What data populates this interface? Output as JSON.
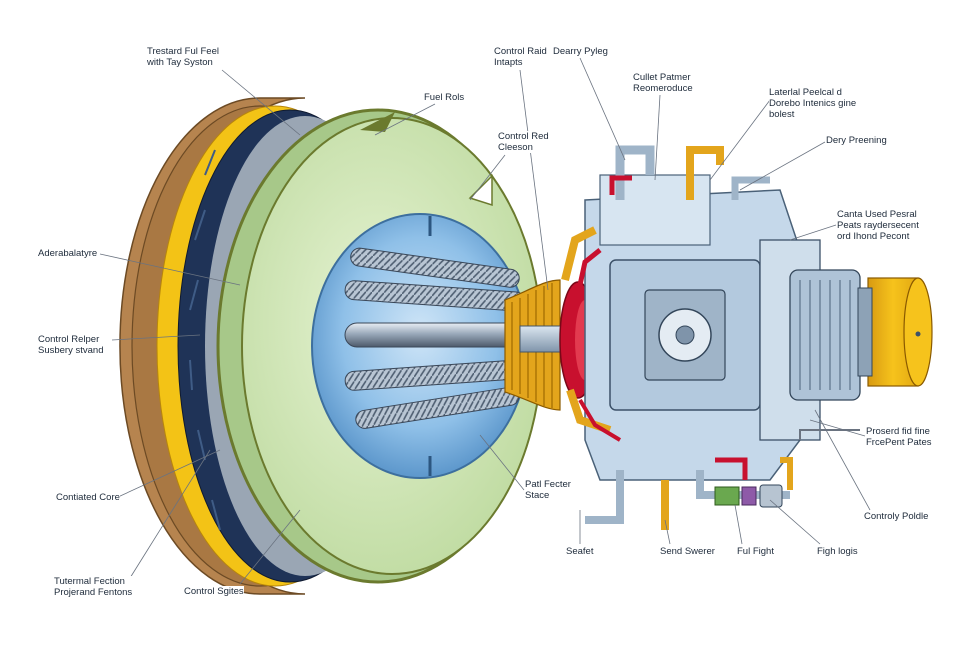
{
  "labels": {
    "treated_fuel": [
      "Trestard Ful Feel",
      "with Tay Syston"
    ],
    "fuel_rols": [
      "Fuel Rols"
    ],
    "control_raid": [
      "Control Raid",
      "Intapts"
    ],
    "dearry_pyleg": [
      "Dearry Pyleg"
    ],
    "cullet_patmer": [
      "Cullet Patmer",
      "Reomeroduce"
    ],
    "lateral_peelcal": [
      "Laterlal Peelcal d",
      "Dorebo Intenics gine",
      "bolest"
    ],
    "control_red_cleeson": [
      "Control Red",
      "Cleeson"
    ],
    "dery_preening": [
      "Dery Preening"
    ],
    "canta_used": [
      "Canta Used Pesral",
      "Peats raydersecent",
      "ord Ihond Pecont"
    ],
    "aderabalatyre": [
      "Aderabalatyre"
    ],
    "control_relper": [
      "Control Relper",
      "Susbery stvand"
    ],
    "proserd_fine": [
      "Proserd fid fine",
      "FrcePent Pates"
    ],
    "containted_core": [
      "Contiated Core"
    ],
    "patl_feeder": [
      "Patl Fecter",
      "Stace"
    ],
    "controly_poldle": [
      "Controly Poldle"
    ],
    "seafet": [
      "Seafet"
    ],
    "send_swerer": [
      "Send Swerer"
    ],
    "ful_fight": [
      "Ful Fight"
    ],
    "figh_logis": [
      "Figh logis"
    ],
    "tutermal_fection": [
      "Tutermal Fection",
      "Projerand Fentons"
    ],
    "control_sgites": [
      "Control Sgites"
    ]
  },
  "colors": {
    "outer_ring": "#b6844f",
    "yellow_ring": "#f3c316",
    "navy_ring": "#1f3357",
    "green_disc": "#cfe6b4",
    "olive_edge": "#6b7a2e",
    "blue_core": "#7fb5e2",
    "steel": "#9fb4c8",
    "red": "#c8102e",
    "gold": "#e3a51c",
    "leader": "#6a7380"
  },
  "icons": {
    "reactor": "reactor-vessel-illustration",
    "machinery": "pump-machinery-illustration"
  }
}
